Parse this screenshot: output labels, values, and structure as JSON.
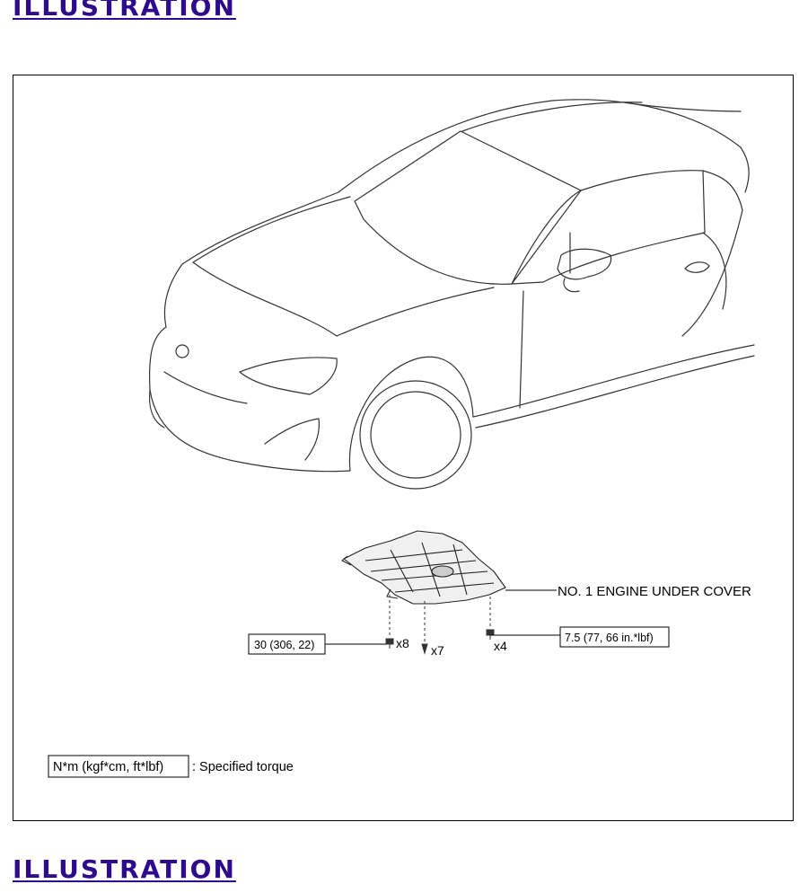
{
  "headings": {
    "top": "ILLUSTRATION",
    "bottom": "ILLUSTRATION"
  },
  "figure": {
    "part_label": "NO. 1 ENGINE UNDER COVER",
    "torque_left": "30 (306, 22)",
    "torque_right": "7.5 (77, 66 in.*lbf)",
    "qty_bolt_left": "x8",
    "qty_clip": "x7",
    "qty_bolt_right": "x4",
    "legend_box": "N*m (kgf*cm, ft*lbf)",
    "legend_text": ": Specified torque"
  }
}
